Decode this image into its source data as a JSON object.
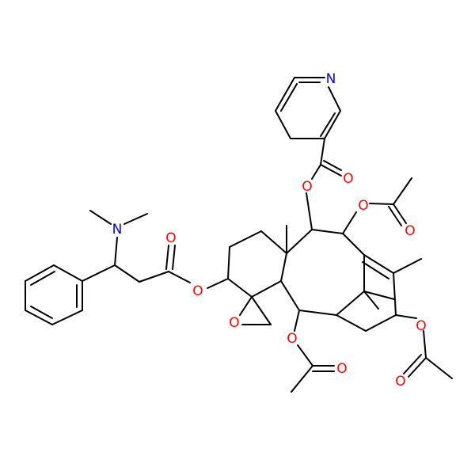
{
  "molecule": {
    "atom_labels": {
      "n_pyridine": "N",
      "o_nicotinate_ester": "O",
      "o_nicotinate_carbonyl": "O",
      "o_acetate_top_ester": "O",
      "o_acetate_top_carbonyl": "O",
      "n_dimethylamino": "N",
      "o_side_carbonyl": "O",
      "o_side_ester": "O",
      "o_epoxide": "O",
      "o_acetate_bottom_ester": "O",
      "o_acetate_bottom_carbonyl": "O",
      "o_acetate_right_ester": "O",
      "o_acetate_right_carbonyl": "O"
    },
    "colors": {
      "bond": "#000000",
      "oxygen": "#ff0000",
      "nitrogen": "#0000ff"
    }
  }
}
